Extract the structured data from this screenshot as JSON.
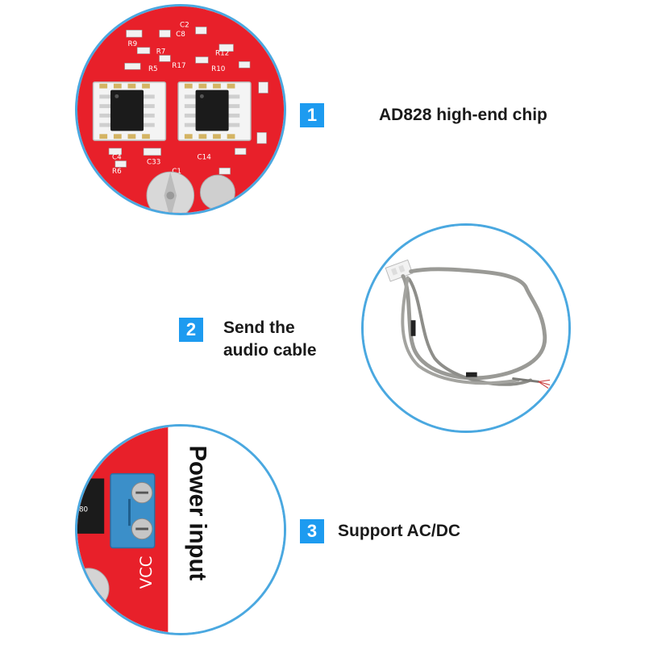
{
  "features": [
    {
      "number": "1",
      "label": "AD828 high-end chip"
    },
    {
      "number": "2",
      "label": "Send the\naudio cable"
    },
    {
      "number": "3",
      "label": "Support AC/DC"
    }
  ],
  "images": {
    "chip_board": {
      "silkscreen": [
        "R9",
        "C8",
        "C2",
        "R12",
        "R7",
        "R17",
        "R5",
        "R10",
        "C4",
        "C14",
        "R6",
        "C33",
        "C1"
      ]
    },
    "power_board": {
      "power_label": "Power input",
      "vcc_label": "VCC"
    }
  },
  "colors": {
    "accent": "#1d9bf0",
    "circle_border": "#4aa8e0",
    "pcb_red": "#e8202a",
    "terminal_blue": "#3b8fc9",
    "cable_gray": "#9a9a96"
  }
}
